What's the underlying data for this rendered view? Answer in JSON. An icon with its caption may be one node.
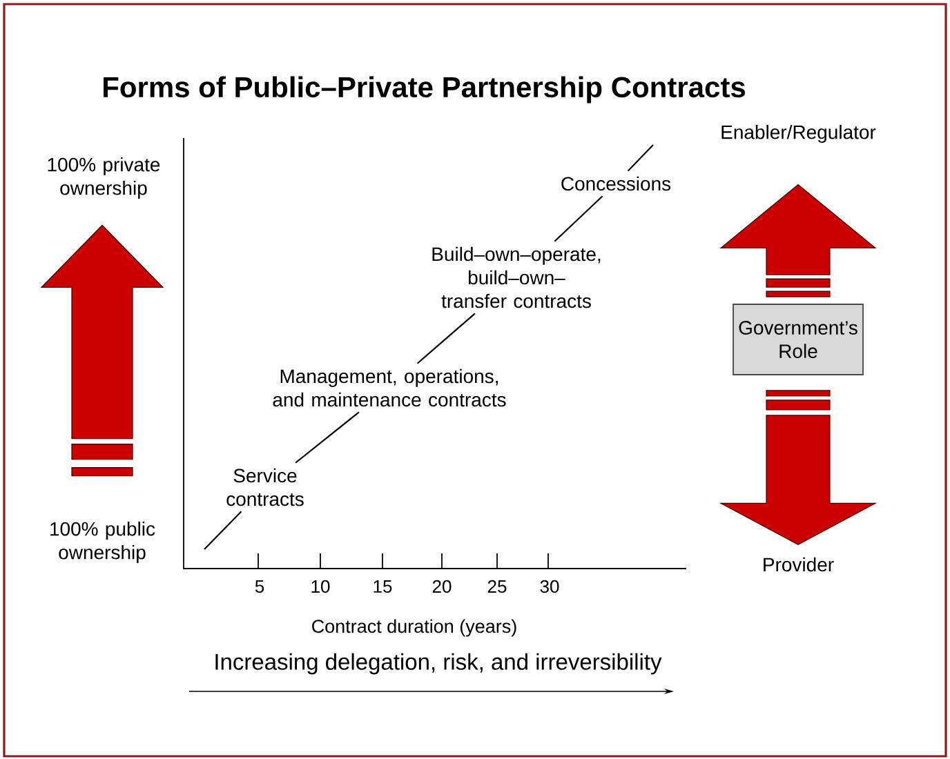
{
  "diagram": {
    "title": "Forms of Public–Private Partnership Contracts",
    "nodes": [
      {
        "text": [
          "Service contracts"
        ]
      },
      {
        "text": [
          "Management, operations, and maintenance contracts"
        ]
      },
      {
        "text": [
          "Build–own–operate, build–own–transfer contracts"
        ]
      },
      {
        "text": [
          "Concessions"
        ]
      },
      {
        "text": [
          "100% private ownership"
        ]
      },
      {
        "text": [
          "100% public ownership"
        ]
      },
      {
        "text": [
          "Enabler/Regulator"
        ]
      },
      {
        "text": [
          "Government’s Role"
        ]
      },
      {
        "text": [
          "Provider"
        ]
      }
    ],
    "edges": [
      {
        "from": null,
        "to": 0,
        "arrow": "none"
      },
      {
        "from": 0,
        "to": 1,
        "arrow": "none"
      },
      {
        "from": 1,
        "to": 2,
        "arrow": "none"
      },
      {
        "from": 2,
        "to": 3,
        "arrow": "none"
      },
      {
        "from": 3,
        "to": null,
        "arrow": "none"
      },
      {
        "from": 5,
        "to": 4,
        "arrow": "to",
        "style": "thick",
        "color": "#cc0000"
      },
      {
        "from": 7,
        "to": 6,
        "arrow": "to",
        "style": "thick",
        "color": "#cc0000"
      },
      {
        "from": 7,
        "to": 8,
        "arrow": "to",
        "style": "thick",
        "color": "#cc0000"
      }
    ],
    "labels": [
      "5",
      "10",
      "15",
      "20",
      "25",
      "30",
      "Contract duration (years)",
      "Increasing delegation, risk, and irreversibility"
    ]
  }
}
